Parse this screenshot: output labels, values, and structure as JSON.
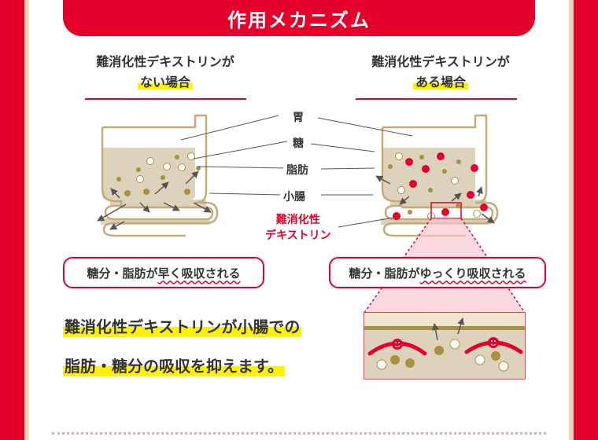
{
  "title": "作用メカニズム",
  "left_heading": {
    "line1": "難消化性デキストリンが",
    "line2": "ない場合"
  },
  "right_heading": {
    "line1": "難消化性デキストリンが",
    "line2": "ある場合"
  },
  "labels": {
    "stomach": "胃",
    "sugar": "糖",
    "fat": "脂肪",
    "small_intestine": "小腸",
    "dextrin_line1": "難消化性",
    "dextrin_line2": "デキストリン"
  },
  "left_result": {
    "prefix": "糖分・脂肪が",
    "emph": "早く吸収される"
  },
  "right_result": {
    "prefix": "糖分・脂肪が",
    "emph": "ゆっくり吸収される"
  },
  "conclusion": {
    "line1": "難消化性デキストリンが小腸での",
    "line2": "脂肪・糖分の吸収を抑えます。"
  },
  "colors": {
    "accent_red": "#e4002b",
    "beige": "#f2d7b4",
    "content_fill": "#ddd3bc",
    "particle_brown": "#a89140",
    "highlight_yellow": "#fff200"
  }
}
